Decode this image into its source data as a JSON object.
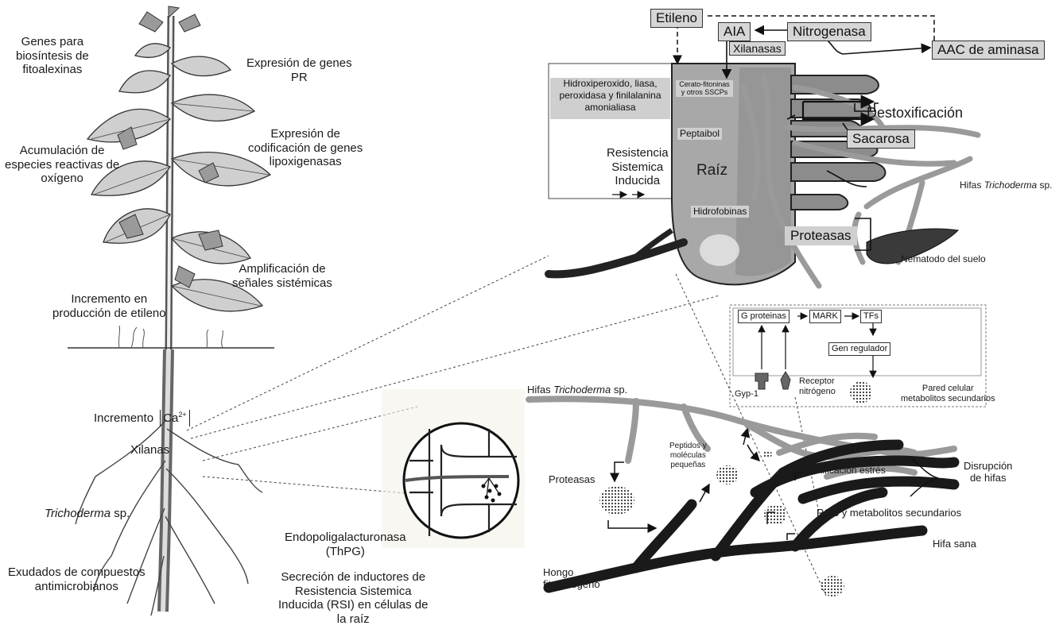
{
  "plant_labels": {
    "fitoalexinas": "Genes para\nbiosíntesis de\nfitoalexinas",
    "pr": "Expresión de genes\nPR",
    "lipoxigenasas": "Expresión de\ncodificación de genes\nlipoxigenasas",
    "ros": "Acumulación de\nespecies reactivas de\noxígeno",
    "amplificacion": "Amplificación de\nseñales sistémicas",
    "etileno_prod": "Incremento en\nproducción de etileno",
    "calcio_prefix": "Incremento",
    "calcio_ion": "Ca",
    "calcio_charge": "2+",
    "xilanas": "Xilanas",
    "trichoderma": "Trichoderma",
    "trichoderma_suffix": " sp.",
    "endopoli": "Endopoligalacturonasa\n(ThPG)",
    "exudados": "Exudados de compuestos\nantimicrobianos",
    "secrecion": "Secreción de inductores de\nResistencia Sistemica\nInducida (RSI) en células de\nla raíz"
  },
  "root_panel": {
    "etileno": "Etileno",
    "aia": "AIA",
    "nitrogenasa": "Nitrogenasa",
    "xilanasas": "Xilanasas",
    "aac": "AAC de aminasa",
    "hidroxi": "Hidroxiperoxido, liasa,\nperoxidasa y finilalanina\namonialiasa",
    "cerato": "Cerato-fitoninas\ny otros SSCPs",
    "destox": "Destoxificación",
    "sacarosa": "Sacarosa",
    "peptaibol": "Peptaibol",
    "rsi": "Resistencia\nSistemica\nInducida",
    "raiz": "Raíz",
    "hifas_prefix": "Hifas ",
    "hifas_italic": "Trichoderma",
    "hifas_suffix": " sp.",
    "hidrofobinas": "Hidrofobinas",
    "proteasas": "Proteasas",
    "nematodo": "Nematodo del suelo"
  },
  "signal_panel": {
    "gprot": "G proteinas",
    "mark": "MARK",
    "tfs": "TFs",
    "gen": "Gen regulador",
    "gyp": "Gyp-1",
    "receptor": "Receptor\nnitrógeno",
    "pared": "Pared celular\nmetabolitos secundarios"
  },
  "fungus_panel": {
    "hifas_prefix": "Hifas ",
    "hifas_italic": "Trichoderma",
    "hifas_suffix": " sp.",
    "peptidos": "Peptidos y\nmoléculas\npequeñas",
    "destox_estres": "Destoxificación estrés",
    "disrupcion": "Disrupción\nde hifas",
    "proteasas": "Proteasas",
    "ros_sec": "ROS y metabolitos secundarios",
    "hifa_sana": "Hifa sana",
    "hongo": "Hongo\nfitopatógeno"
  }
}
